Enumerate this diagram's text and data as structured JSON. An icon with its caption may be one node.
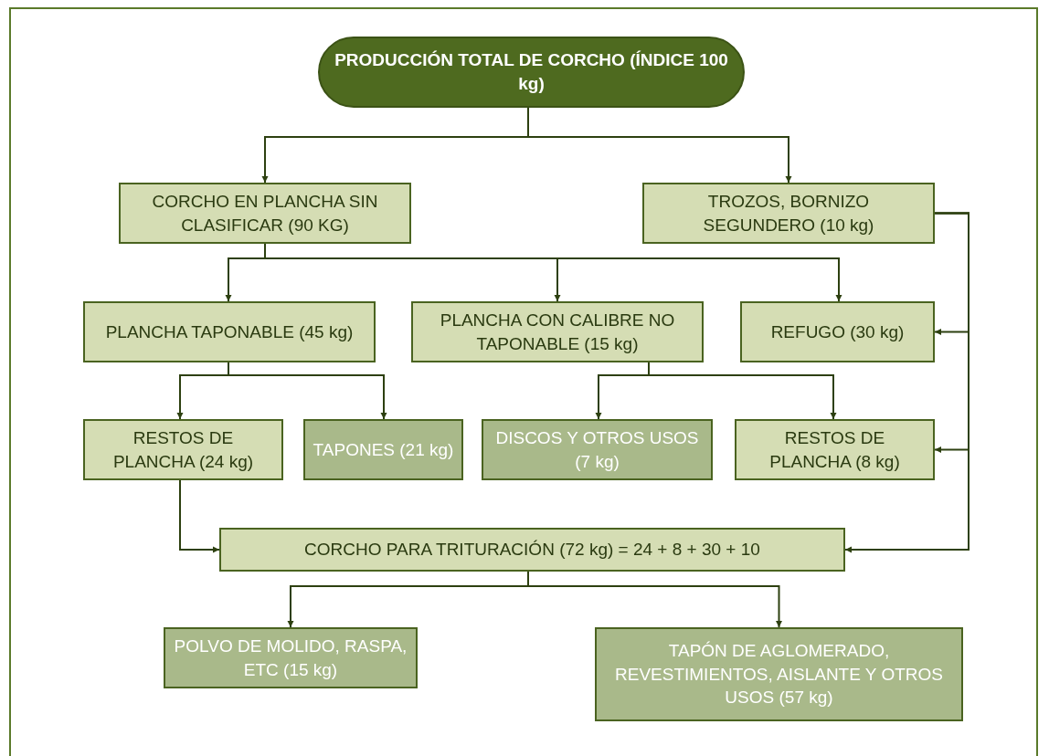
{
  "diagram": {
    "nodes": [
      {
        "text": [
          "PRODUCCIÓN TOTAL DE CORCHO (ÍNDICE 100 kg)"
        ]
      },
      {
        "text": [
          "CORCHO EN PLANCHA SIN CLASIFICAR (90 KG)"
        ]
      },
      {
        "text": [
          "TROZOS, BORNIZO SEGUNDERO (10 kg)"
        ]
      },
      {
        "text": [
          "PLANCHA TAPONABLE (45 kg)"
        ]
      },
      {
        "text": [
          "PLANCHA CON CALIBRE NO TAPONABLE (15 kg)"
        ]
      },
      {
        "text": [
          "REFUGO (30 kg)"
        ]
      },
      {
        "text": [
          "RESTOS DE PLANCHA (24 kg)"
        ]
      },
      {
        "text": [
          "TAPONES (21 kg)"
        ]
      },
      {
        "text": [
          "DISCOS Y OTROS USOS (7 kg)"
        ]
      },
      {
        "text": [
          "RESTOS DE PLANCHA (8 kg)"
        ]
      },
      {
        "text": [
          "CORCHO PARA TRITURACIÓN (72 kg) = 24 + 8 + 30 + 10"
        ]
      },
      {
        "text": [
          "POLVO DE MOLIDO, RASPA, ETC (15 kg)"
        ]
      },
      {
        "text": [
          "TAPÓN DE AGLOMERADO, REVESTIMIENTOS, AISLANTE Y OTROS USOS (57 kg)"
        ]
      }
    ],
    "edges": [
      {
        "from": 0,
        "to": 1,
        "arrow": "to"
      },
      {
        "from": 0,
        "to": 2,
        "arrow": "to"
      },
      {
        "from": 1,
        "to": 3,
        "arrow": "to"
      },
      {
        "from": 1,
        "to": 4,
        "arrow": "to"
      },
      {
        "from": 1,
        "to": 5,
        "arrow": "to"
      },
      {
        "from": 3,
        "to": 6,
        "arrow": "to"
      },
      {
        "from": 3,
        "to": 7,
        "arrow": "to"
      },
      {
        "from": 4,
        "to": 8,
        "arrow": "to"
      },
      {
        "from": 4,
        "to": 9,
        "arrow": "to"
      },
      {
        "from": 6,
        "to": 10,
        "arrow": "to"
      },
      {
        "from": 2,
        "to": 5,
        "arrow": "to"
      },
      {
        "from": 2,
        "to": 9,
        "arrow": "to"
      },
      {
        "from": 2,
        "to": 10,
        "arrow": "to"
      },
      {
        "from": 10,
        "to": 11,
        "arrow": "to"
      },
      {
        "from": 10,
        "to": 12,
        "arrow": "to"
      }
    ]
  }
}
